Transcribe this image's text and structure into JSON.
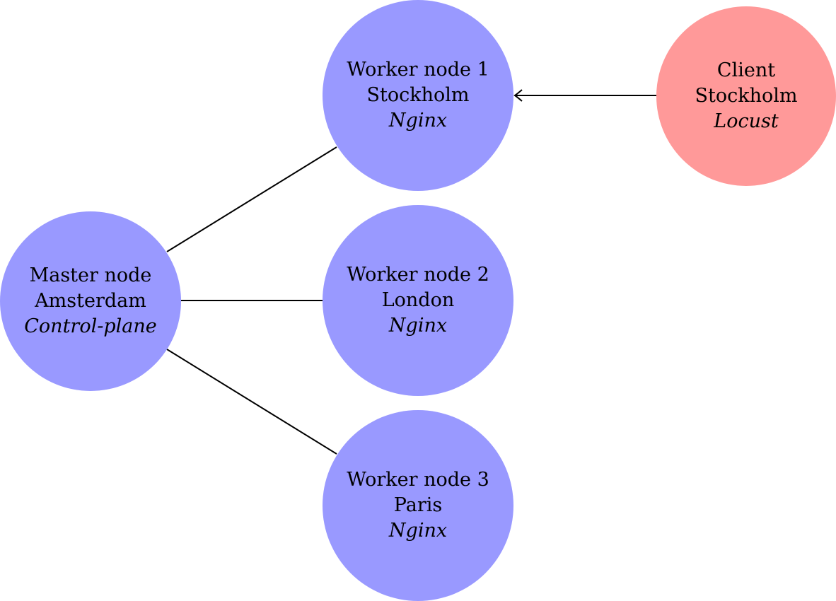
{
  "colors": {
    "server_node": "#9999ff",
    "client_node": "#ff9999",
    "edge": "#000000"
  },
  "nodes": {
    "master": {
      "title": "Master node",
      "location": "Amsterdam",
      "role": "Control-plane"
    },
    "worker1": {
      "title": "Worker node 1",
      "location": "Stockholm",
      "role": "Nginx"
    },
    "worker2": {
      "title": "Worker node 2",
      "location": "London",
      "role": "Nginx"
    },
    "worker3": {
      "title": "Worker node 3",
      "location": "Paris",
      "role": "Nginx"
    },
    "client": {
      "title": "Client",
      "location": "Stockholm",
      "role": "Locust"
    }
  },
  "edges": [
    {
      "from": "master",
      "to": "worker1",
      "directed": false
    },
    {
      "from": "master",
      "to": "worker2",
      "directed": false
    },
    {
      "from": "master",
      "to": "worker3",
      "directed": false
    },
    {
      "from": "client",
      "to": "worker1",
      "directed": true
    }
  ]
}
